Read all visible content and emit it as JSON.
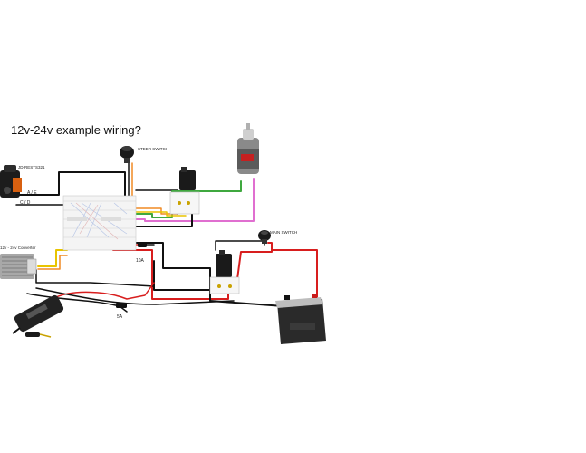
{
  "diagram": {
    "title": "12v-24v example wiring?",
    "labels": {
      "controller": "JD-RESTS321",
      "steer_switch": "STEER SWITCH",
      "main_switch": "MAIN SWITCH",
      "converter": "12v - 24v Converter",
      "fuse_main": "10A",
      "fuse_charger": "5A",
      "harness_ae": "A / E",
      "harness_cd": "C / D"
    },
    "wire_colors": {
      "black": "#111111",
      "red": "#d81e1e",
      "yellow": "#e8c400",
      "orange": "#f08a24",
      "green": "#3fa83f",
      "pink": "#e06fd0",
      "blue": "#2b5fd6",
      "gray": "#9a9a9a"
    }
  }
}
